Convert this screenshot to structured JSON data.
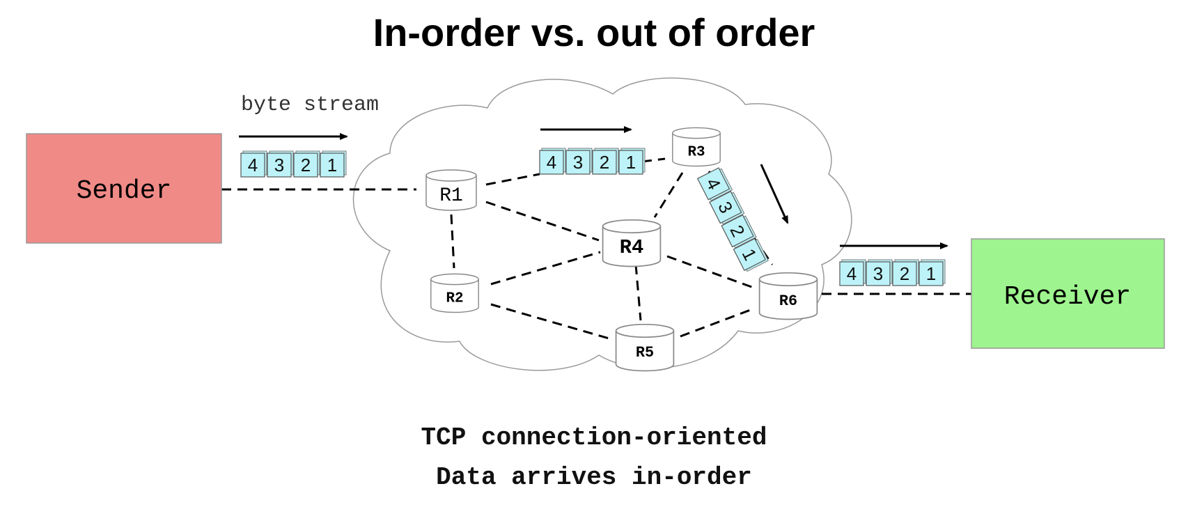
{
  "title": "In-order vs. out of order",
  "stream_label": "byte stream",
  "sender": {
    "label": "Sender",
    "color": "#f08a87"
  },
  "receiver": {
    "label": "Receiver",
    "color": "#9ef48e"
  },
  "routers": [
    "R1",
    "R2",
    "R3",
    "R4",
    "R5",
    "R6"
  ],
  "packets": [
    "4",
    "3",
    "2",
    "1"
  ],
  "packet_color": "#bdf3f8",
  "caption": {
    "line1": "TCP connection-oriented",
    "line2": "Data arrives in-order"
  }
}
